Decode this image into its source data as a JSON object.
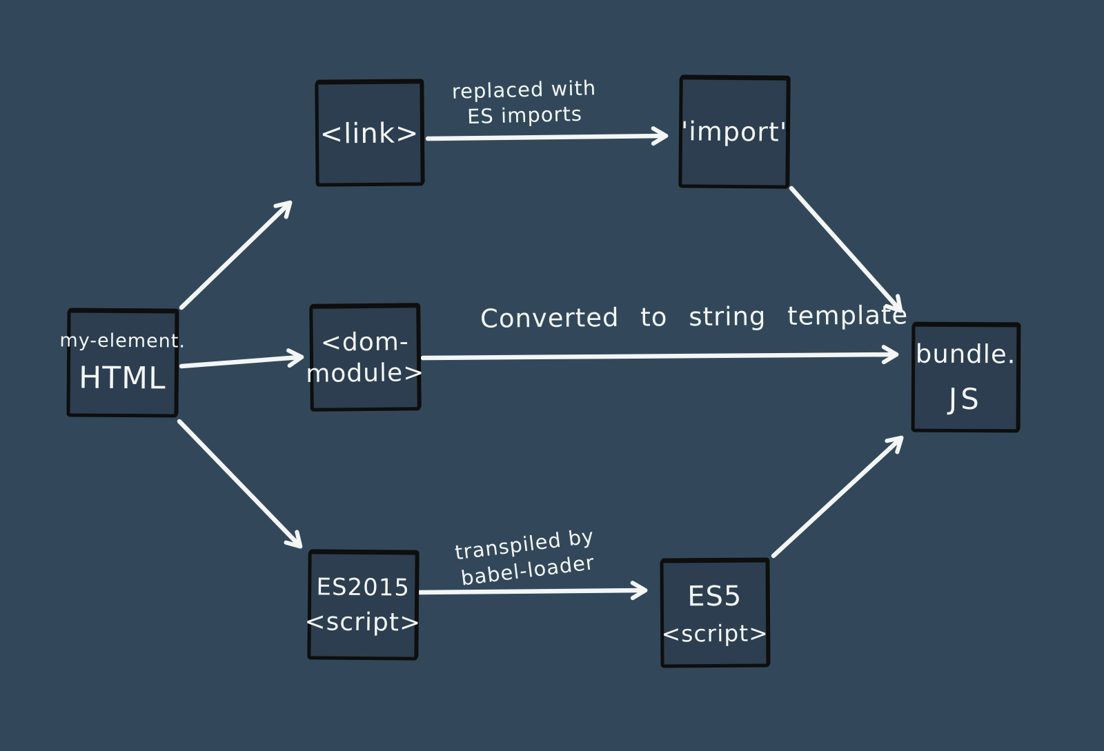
{
  "canvas": {
    "background_color": "#32485A",
    "box_fill_color": "#2C3E4F",
    "box_border_color": "#0E0E0E",
    "ink_color": "#F3F6F5"
  },
  "nodes": {
    "my_element": {
      "line1": "my-element.",
      "line2": "HTML"
    },
    "link": {
      "label": "<link>"
    },
    "import": {
      "label": "'import'"
    },
    "dom_module": {
      "line1": "<dom-",
      "line2": "module>"
    },
    "es2015": {
      "line1": "ES2015",
      "line2": "<script>"
    },
    "es5": {
      "line1": "ES5",
      "line2": "<script>"
    },
    "bundle": {
      "line1": "bundle.",
      "line2": "JS"
    }
  },
  "edges": {
    "link_to_import": {
      "label_line1": "replaced with",
      "label_line2": "ES imports"
    },
    "dom_to_bundle": {
      "label": "Converted to string template"
    },
    "es2015_to_es5": {
      "label_line1": "transpiled by",
      "label_line2": "babel-loader"
    }
  }
}
